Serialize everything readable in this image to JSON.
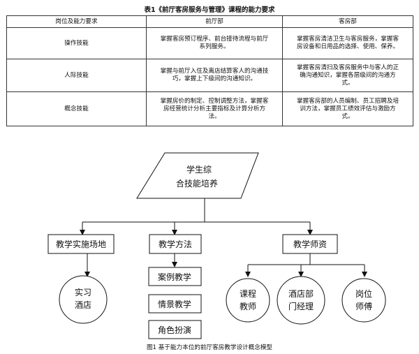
{
  "table": {
    "title": "表1《前厅客房服务与管理》课程的能力要求",
    "headers": [
      "岗位及能力要求",
      "前厅部",
      "客房部"
    ],
    "rows": [
      {
        "label": "操作技能",
        "front": "掌握客房预订程序、前台接待流程与前厅系列服务。",
        "housekeeping": "掌握客房清洁卫生与客房服务，掌握客房设备和日用品的选择、使用、保养。"
      },
      {
        "label": "人际技能",
        "front": "掌握与前厅入住及离店结算客人的沟通技巧，掌握上下级间的沟通知识。",
        "housekeeping": "掌握客房清扫及客房服务中与客人的正确沟通知识，掌握各层级间的沟通方式。"
      },
      {
        "label": "概念技能",
        "front": "掌握房价的制定、控制调整方法，掌握客房经营统计分析主要指标及计算分析方法。",
        "housekeeping": "掌握客房部的人员编制、员工招聘及培训方法，掌握员工绩效评估与激励方式。"
      }
    ]
  },
  "diagram": {
    "root": [
      "学生综",
      "合技能培养"
    ],
    "branches": [
      {
        "label": "教学实施场地",
        "children": [
          [
            "实习",
            "酒店"
          ]
        ]
      },
      {
        "label": "教学方法",
        "children": [
          [
            "案例教学"
          ],
          [
            "情景教学"
          ],
          [
            "角色扮演"
          ]
        ]
      },
      {
        "label": "教学师资",
        "children": [
          [
            "课程",
            "教师"
          ],
          [
            "酒店部",
            "门经理"
          ],
          [
            "岗位",
            "师傅"
          ]
        ]
      }
    ]
  },
  "caption": "图1 基于能力本位的前厅客房教学设计概念模型"
}
